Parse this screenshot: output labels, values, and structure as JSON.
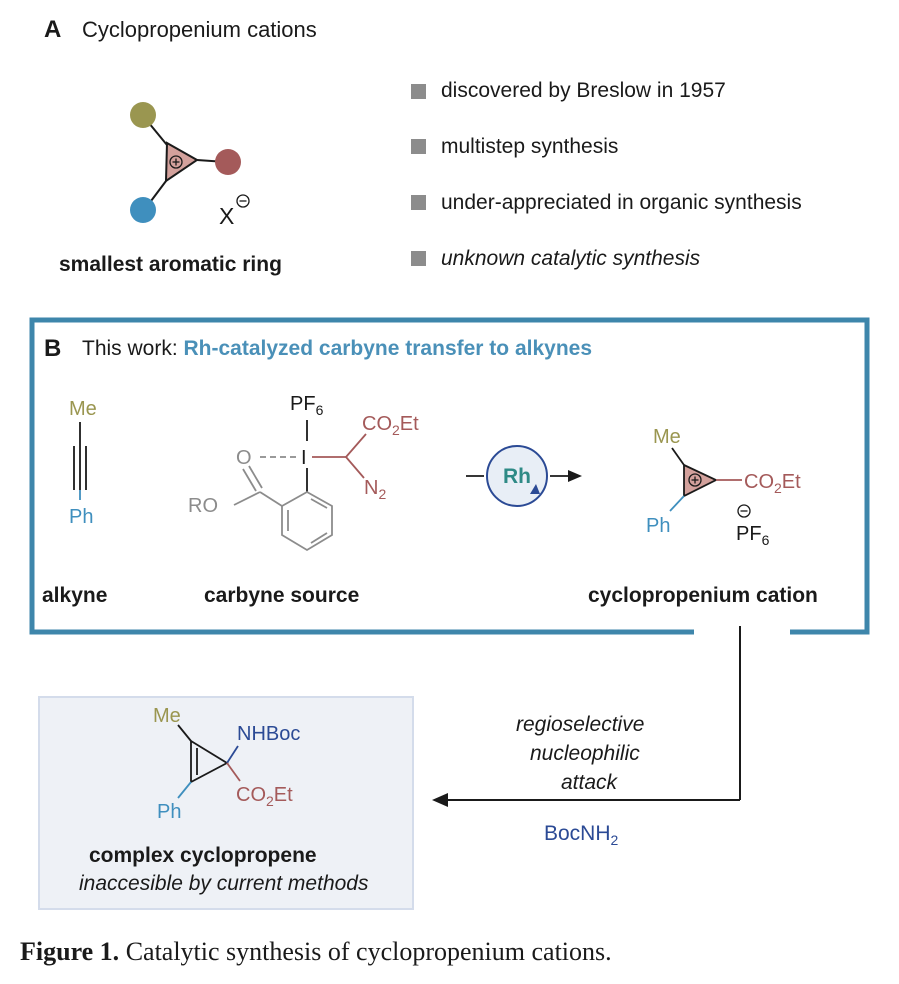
{
  "panel_a": {
    "letter": "A",
    "title": "Cyclopropenium cations",
    "counterion": "X",
    "caption": "smallest aromatic ring",
    "bullets": [
      "discovered by Breslow in 1957",
      "multistep synthesis",
      "under-appreciated in organic synthesis",
      "unknown catalytic synthesis"
    ]
  },
  "panel_b": {
    "letter": "B",
    "prefix": "This work: ",
    "highlight": "Rh-catalyzed carbyne transfer to alkynes",
    "alkyne_top": "Me",
    "alkyne_bottom": "Ph",
    "alkyne_label": "alkyne",
    "pf6": "PF",
    "pf6_sub": "6",
    "iodine": "I",
    "ester_main": "CO",
    "ester_sub": "2",
    "ester_tail": "Et",
    "diazo_main": "N",
    "diazo_sub": "2",
    "carbonyl_o": "O",
    "ro": "RO",
    "carbyne_label": "carbyne source",
    "catalyst": "Rh",
    "product_me": "Me",
    "product_ph": "Ph",
    "product_label": "cyclopropenium cation"
  },
  "panel_c": {
    "me": "Me",
    "nhboc": "NHBoc",
    "ph": "Ph",
    "ester_main": "CO",
    "ester_sub": "2",
    "ester_tail": "Et",
    "label_bold": "complex cyclopropene",
    "label_italic": "inaccesible by current methods",
    "arrow_text": [
      "regioselective",
      "nucleophilic",
      "attack"
    ],
    "reagent_main": "BocNH",
    "reagent_sub": "2"
  },
  "figure_caption": {
    "label": "Figure 1.",
    "text": "Catalytic synthesis of cyclopropenium cations."
  },
  "colors": {
    "me_olive": "#9a9650",
    "ph_blue": "#3f8fbe",
    "ester_red": "#a45a5a",
    "ring_fill": "#d3a19c",
    "box_blue": "#3e86ab",
    "title_blue": "#4a90b8",
    "navy": "#2b4a95",
    "rh_teal": "#2e8a86",
    "gray": "#8c8c8c",
    "panel_c_bg": "#eef1f6"
  }
}
